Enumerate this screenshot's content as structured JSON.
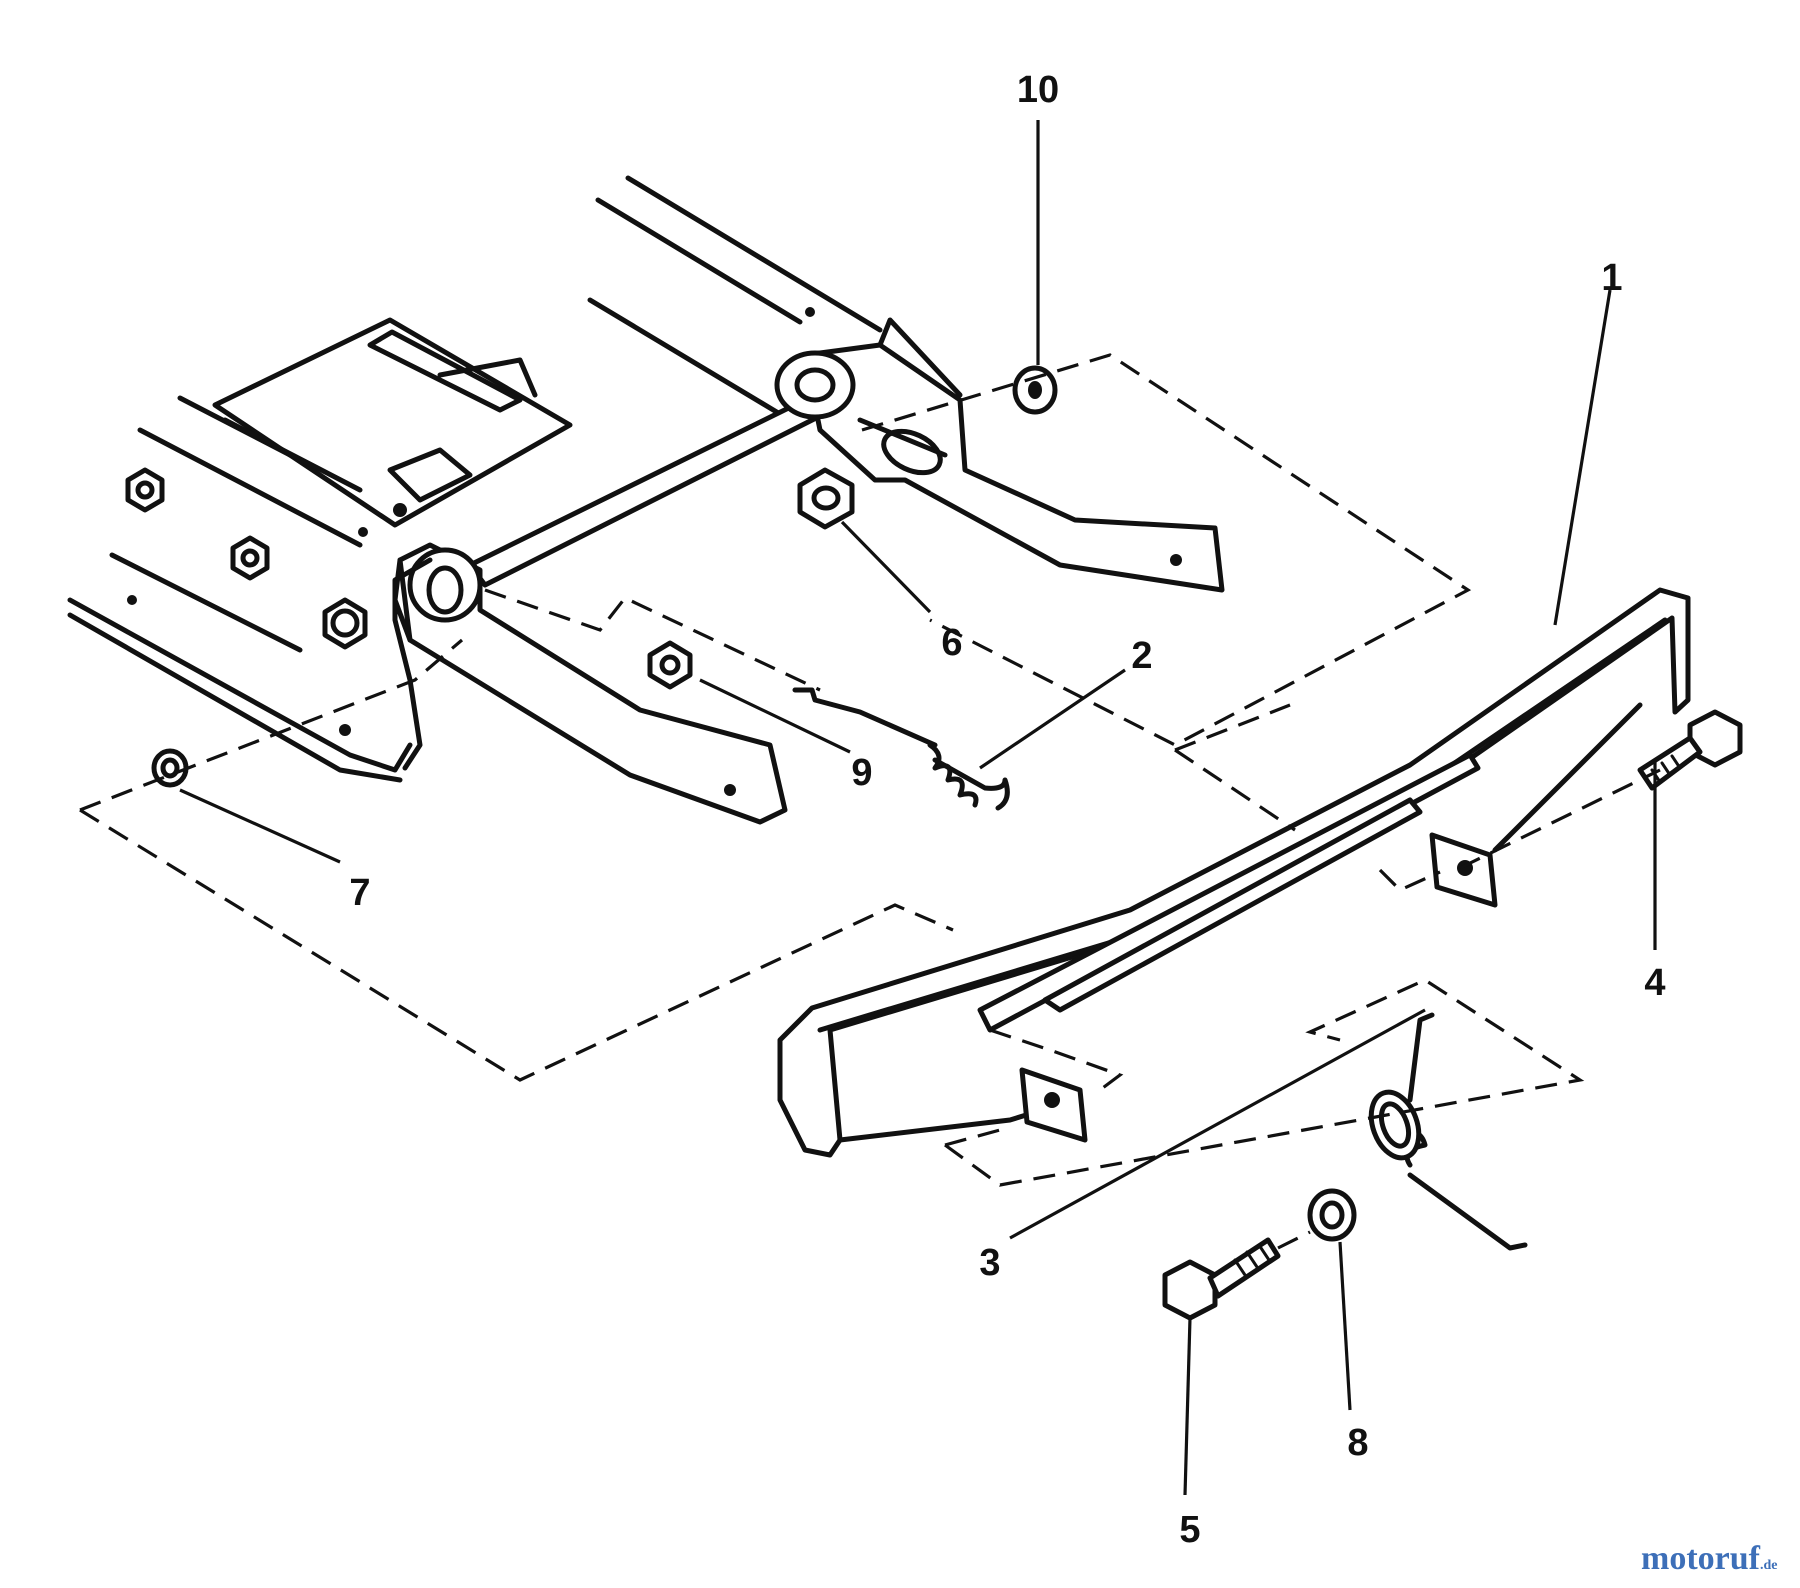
{
  "callouts": [
    {
      "id": "1",
      "text": "1"
    },
    {
      "id": "2",
      "text": "2"
    },
    {
      "id": "3",
      "text": "3"
    },
    {
      "id": "4",
      "text": "4"
    },
    {
      "id": "5",
      "text": "5"
    },
    {
      "id": "6",
      "text": "6"
    },
    {
      "id": "7",
      "text": "7"
    },
    {
      "id": "8",
      "text": "8"
    },
    {
      "id": "9",
      "text": "9"
    },
    {
      "id": "10",
      "text": "10"
    }
  ],
  "watermark": {
    "main": "motoruf",
    "tld": ".de"
  },
  "colors": {
    "line": "#111111",
    "watermark": "#3d6fb8",
    "background": "#ffffff"
  }
}
